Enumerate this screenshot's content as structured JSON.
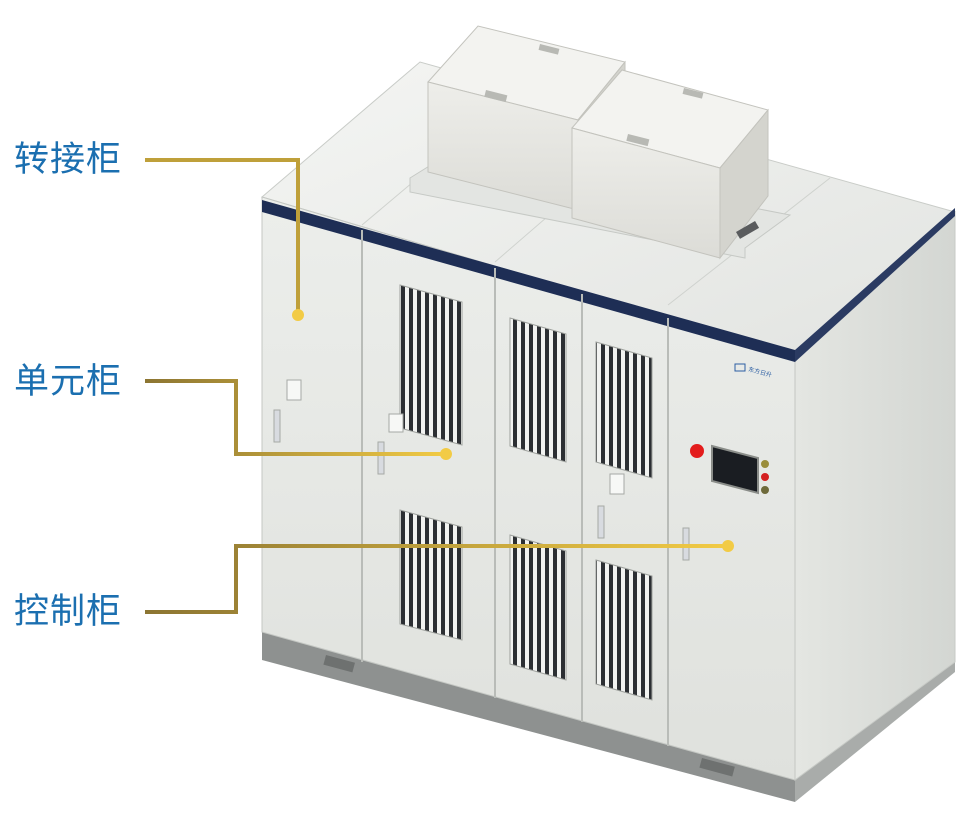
{
  "callouts": [
    {
      "id": "transfer-cabinet",
      "label": "转接柜"
    },
    {
      "id": "unit-cabinet",
      "label": "单元柜"
    },
    {
      "id": "control-cabinet",
      "label": "控制柜"
    }
  ],
  "equipment": {
    "nameplate_text": "东方日升"
  },
  "colors": {
    "label_blue": "#1b6fb0",
    "leader_gold_dark": "#8c7532",
    "leader_gold_light": "#f2cb45",
    "cabinet_body": "#e9ebe7",
    "cabinet_trim": "#1e2e55",
    "indicator_red": "#e31c1c",
    "screen": "#1a1d22"
  }
}
